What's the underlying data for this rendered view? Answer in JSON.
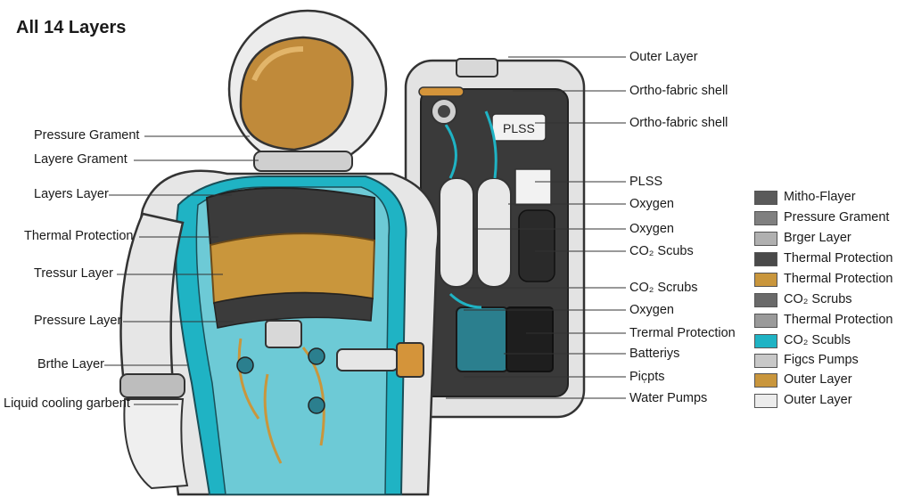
{
  "title": "All 14 Layers",
  "left_labels": [
    "Pressure Grament",
    "Layere Grament",
    "Layers Layer",
    "Thermal Protection",
    "Tressur Layer",
    "Pressure Layer",
    "Brthe Layer",
    "Liquid cooling garbent"
  ],
  "right_labels": [
    "Outer Layer",
    "Ortho-fabric shell",
    "Ortho-fabric shell",
    "PLSS",
    "Oxygen",
    "Oxygen",
    "CO₂ Scubs",
    "CO₂ Scrubs",
    "Oxygen",
    "Trermal Protection",
    "Batteriys",
    "Pic̣pts",
    "Water Pumps"
  ],
  "plss_tag": "PLSS",
  "legend": [
    {
      "label": "Mitho-Flayer",
      "color": "#5a5a5a"
    },
    {
      "label": "Pressure Grament",
      "color": "#808080"
    },
    {
      "label": "Brger Layer",
      "color": "#b0b0b0"
    },
    {
      "label": "Thermal Protection",
      "color": "#4a4a4a"
    },
    {
      "label": "Thermal Protection",
      "color": "#c9963c"
    },
    {
      "label": "CO₂ Scrubs",
      "color": "#6a6a6a"
    },
    {
      "label": "Thermal Protection",
      "color": "#9a9a9a"
    },
    {
      "label": "CO₂ Scubls",
      "color": "#1fb3c4"
    },
    {
      "label": "Figcs Pumps",
      "color": "#c8c8c8"
    },
    {
      "label": "Outer Layer",
      "color": "#c9963c"
    },
    {
      "label": "Outer Layer",
      "color": "#ececec"
    }
  ]
}
